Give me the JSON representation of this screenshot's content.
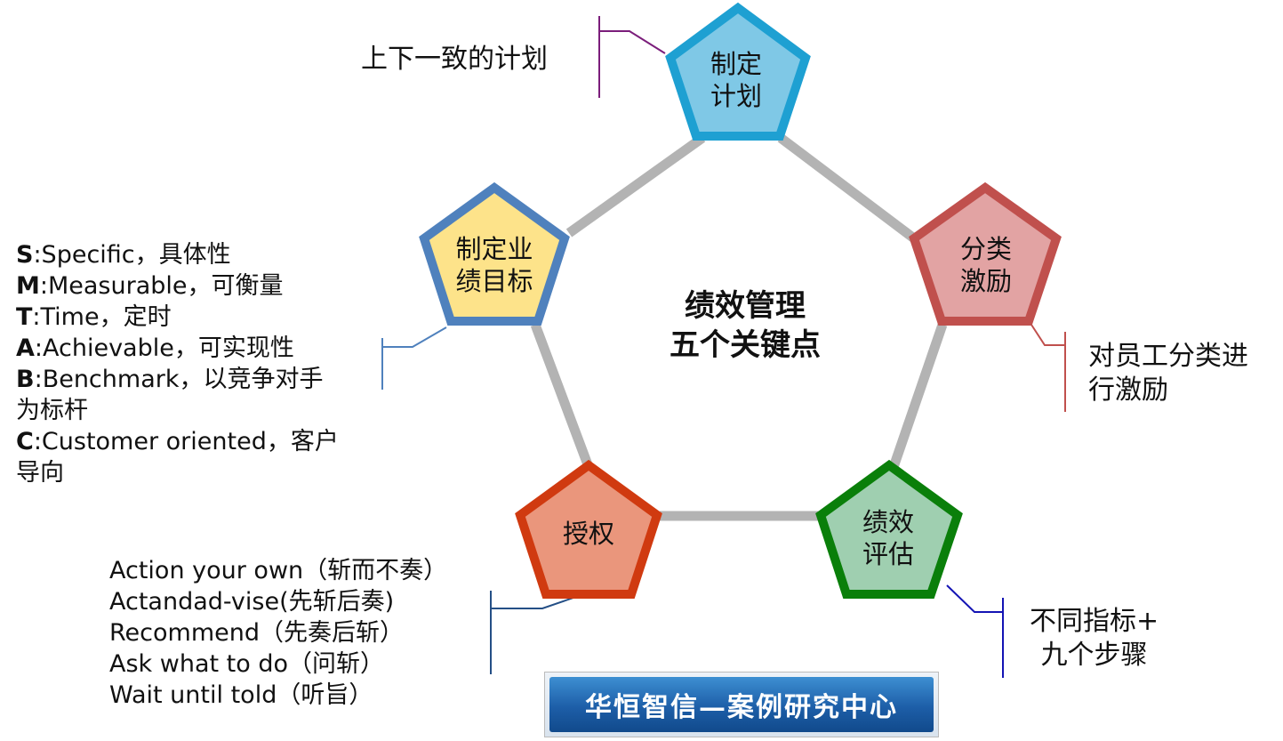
{
  "center": {
    "line1": "绩效管理",
    "line2": "五个关键点"
  },
  "nodes": {
    "plan": {
      "line1": "制定",
      "line2": "计划"
    },
    "goals": {
      "line1": "制定业",
      "line2": "绩目标"
    },
    "incentive": {
      "line1": "分类",
      "line2": "激励"
    },
    "evaluation": {
      "line1": "绩效",
      "line2": "评估"
    },
    "empower": {
      "line1": "授权"
    }
  },
  "notes": {
    "plan": "上下一致的计划",
    "incentive": {
      "line1": "对员工分类进",
      "line2": "行激励"
    },
    "evaluation": {
      "line1": "不同指标+",
      "line2": "九个步骤"
    },
    "smart": {
      "s_letter": "S",
      "s_text": ":Specific，具体性",
      "m_letter": "M",
      "m_text": ":Measurable，可衡量",
      "t_letter": "T",
      "t_text": ":Time，定时",
      "a_letter": "A",
      "a_text": ":Achievable，可实现性",
      "b_letter": "B",
      "b_text": ":Benchmark，以竞争对手",
      "b_cont": "为标杆",
      "c_letter": "C",
      "c_text": ":Customer oriented，客户",
      "c_cont": "导向"
    },
    "empower": [
      "Action your own（斩而不奏）",
      "Actandad-vise(先斩后奏)",
      "Recommend（先奏后斩）",
      "Ask what to do（问斩）",
      "Wait until told（听旨）"
    ]
  },
  "banner": {
    "text": "华恒智信—案例研究中心"
  },
  "colors": {
    "connector": "#b3b3b3",
    "plan_border": "#1ea0d2",
    "plan_fill": "#7fc8e6",
    "goals_border": "#4f81bd",
    "goals_fill": "#fde38a",
    "incentive_border": "#c0504d",
    "incentive_fill": "#e2a3a3",
    "evaluation_border": "#0a7f0a",
    "evaluation_fill": "#9fcfb0",
    "empower_border": "#d03a10",
    "empower_fill": "#ea967c",
    "plan_callout": "#7b1e7b",
    "goals_callout": "#4f81bd",
    "incentive_callout": "#c0504d",
    "evaluation_callout": "#1414b4",
    "empower_callout": "#244f86"
  }
}
